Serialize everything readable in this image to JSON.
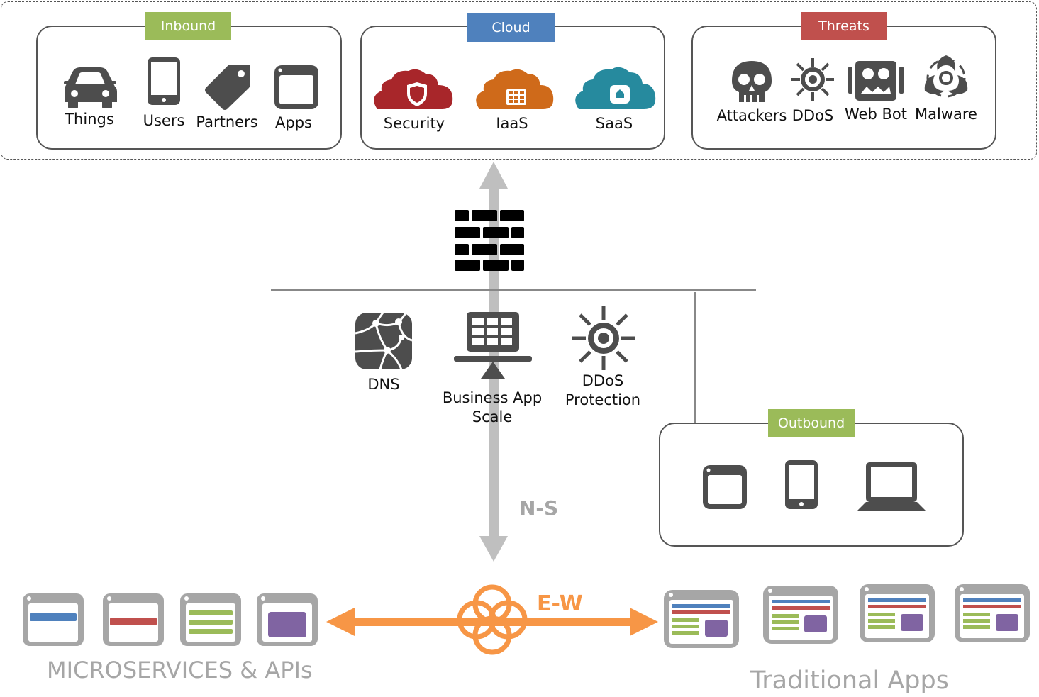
{
  "top": {
    "inbound": {
      "tag": "Inbound",
      "tag_color": "#9bbb59",
      "items": [
        {
          "label": "Things",
          "icon": "car-icon"
        },
        {
          "label": "Users",
          "icon": "mobile-phone-icon"
        },
        {
          "label": "Partners",
          "icon": "tag-icon"
        },
        {
          "label": "Apps",
          "icon": "app-window-icon"
        }
      ]
    },
    "cloud": {
      "tag": "Cloud",
      "tag_color": "#4f81bd",
      "items": [
        {
          "label": "Security",
          "icon": "security-cloud-icon",
          "color": "#a8262a"
        },
        {
          "label": "IaaS",
          "icon": "iaas-cloud-icon",
          "color": "#cf6a1a"
        },
        {
          "label": "SaaS",
          "icon": "saas-cloud-icon",
          "color": "#268a9e"
        }
      ]
    },
    "threats": {
      "tag": "Threats",
      "tag_color": "#c0504d",
      "items": [
        {
          "label": "Attackers",
          "icon": "skull-icon"
        },
        {
          "label": "DDoS",
          "icon": "ddos-virus-icon"
        },
        {
          "label": "Web Bot",
          "icon": "web-bot-icon"
        },
        {
          "label": "Malware",
          "icon": "biohazard-icon"
        }
      ]
    }
  },
  "middle": {
    "services": [
      {
        "label": "DNS",
        "icon": "dns-network-icon"
      },
      {
        "label_line1": "Business App",
        "label_line2": "Scale",
        "icon": "app-scale-icon"
      },
      {
        "label_line1": "DDoS",
        "label_line2": "Protection",
        "icon": "ddos-protection-icon"
      }
    ],
    "ns_label": "N-S",
    "ew_label": "E-W"
  },
  "outbound": {
    "tag": "Outbound",
    "tag_color": "#9bbb59",
    "icons": [
      "browser-window-icon",
      "mobile-phone-icon",
      "laptop-icon"
    ]
  },
  "bottom": {
    "microservices_label": "MICROSERVICES & APIs",
    "traditional_label": "Traditional Apps",
    "colors": {
      "blue": "#4f81bd",
      "red": "#c0504d",
      "green": "#9bbb59",
      "purple": "#8064a2",
      "orange": "#f79646",
      "gray": "#a6a6a6"
    }
  }
}
